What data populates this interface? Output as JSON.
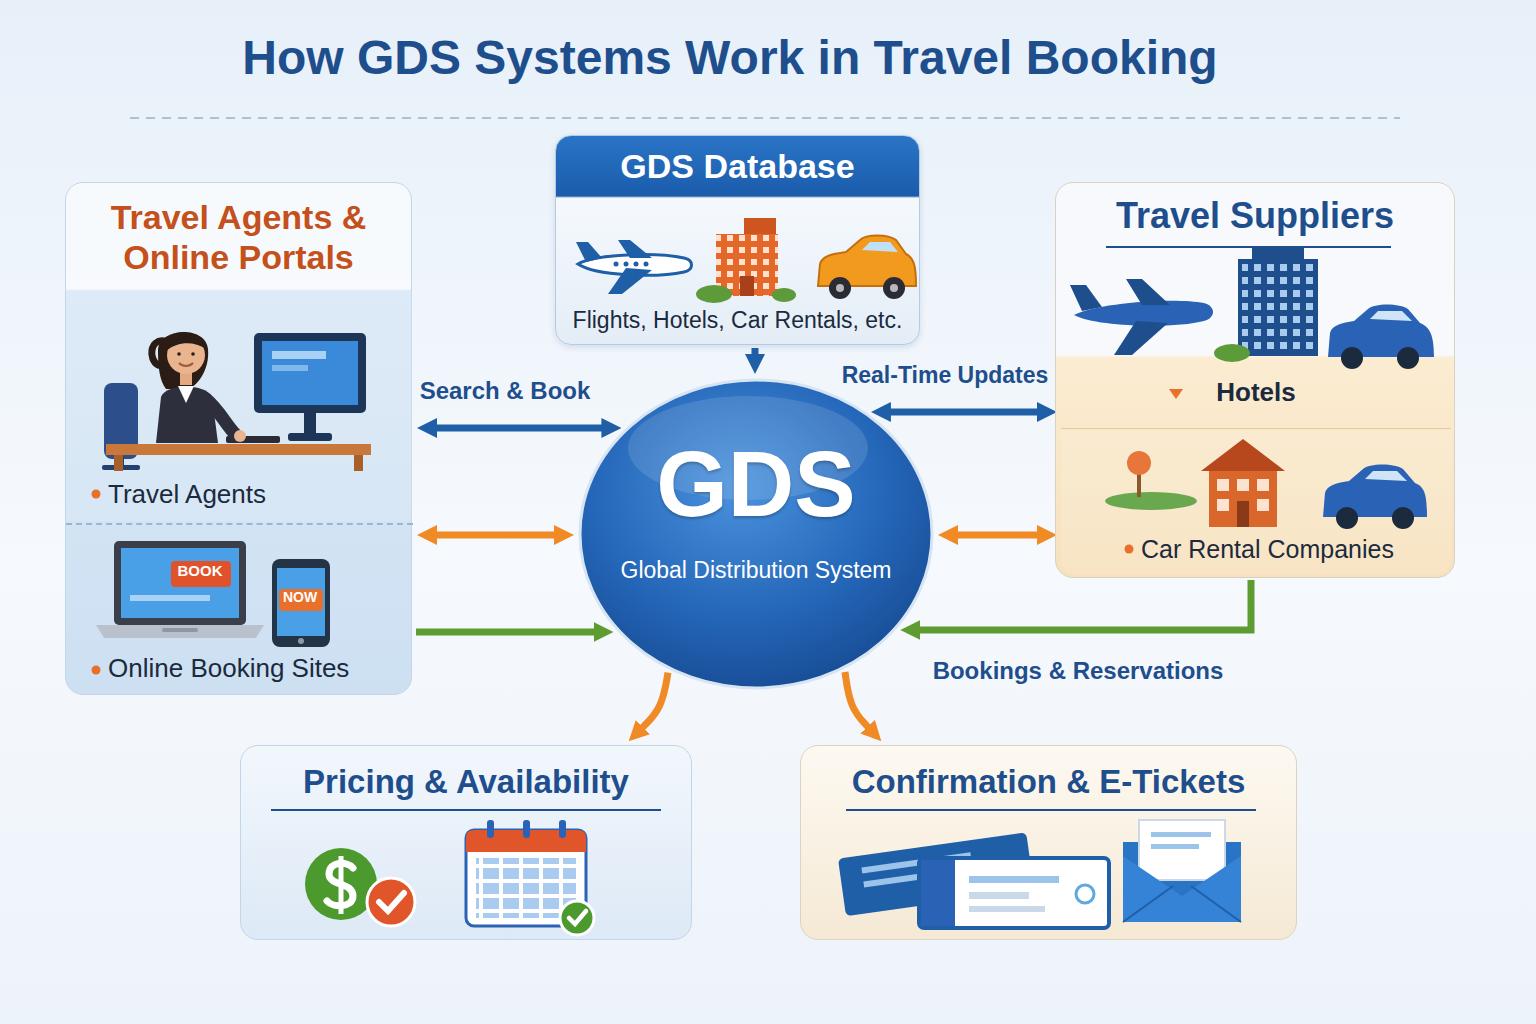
{
  "diagram": {
    "title": "How GDS Systems Work in Travel Booking",
    "nodes": [
      {
        "text": [
          "Travel Agents & Online Portals"
        ]
      },
      {
        "text": [
          "Travel Agents"
        ],
        "in": 0
      },
      {
        "text": [
          "Online Booking Sites"
        ],
        "in": 0
      },
      {
        "text": [
          "GDS Database",
          "Flights, Hotels, Car Rentals, etc."
        ]
      },
      {
        "text": [
          "GDS",
          "Global Distribution System"
        ]
      },
      {
        "text": [
          "Travel Suppliers"
        ]
      },
      {
        "text": [
          "Hotels"
        ],
        "in": 5
      },
      {
        "text": [
          "Car Rental Companies"
        ],
        "in": 5
      },
      {
        "text": [
          "Pricing & Availability"
        ]
      },
      {
        "text": [
          "Confirmation & E-Tickets"
        ]
      }
    ],
    "edges": [
      {
        "from": 1,
        "to": 4,
        "label": "Search & Book",
        "arrow": "both"
      },
      {
        "from": 2,
        "to": 4,
        "arrow": "both"
      },
      {
        "from": 2,
        "to": 4,
        "arrow": "to"
      },
      {
        "from": 4,
        "to": 6,
        "label": "Real-Time Updates",
        "arrow": "both"
      },
      {
        "from": 4,
        "to": 7,
        "arrow": "both"
      },
      {
        "from": 7,
        "to": 4,
        "label": "Bookings & Reservations",
        "arrow": "to"
      },
      {
        "from": 3,
        "to": 4,
        "arrow": "to"
      },
      {
        "from": 4,
        "to": 8,
        "arrow": "to"
      },
      {
        "from": 4,
        "to": 9,
        "arrow": "to"
      }
    ],
    "labels": [
      "BOOK",
      "NOW"
    ]
  }
}
